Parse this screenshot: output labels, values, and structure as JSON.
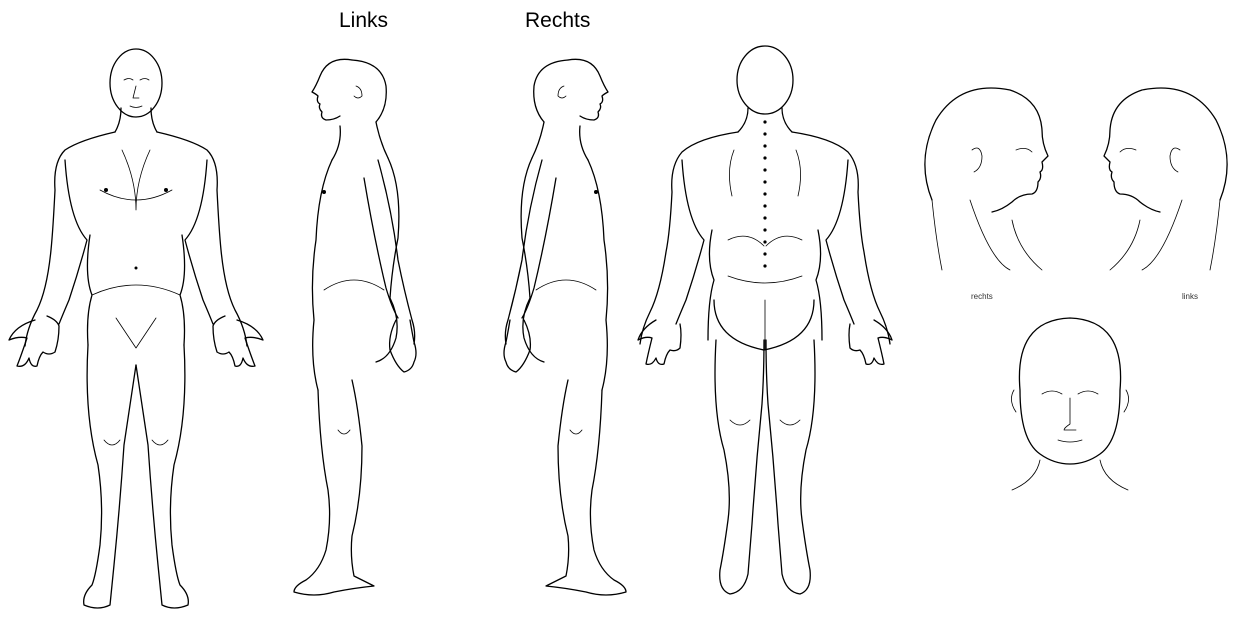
{
  "labels": {
    "left": "Links",
    "right": "Rechts",
    "head_right": "rechts",
    "head_left": "links"
  },
  "figures": {
    "front": "front-view-body",
    "left_side": "left-side-view-body",
    "right_side": "right-side-view-body",
    "back": "back-view-body",
    "head_right": "head-right-profile",
    "head_left": "head-left-profile",
    "head_front": "head-front-view"
  }
}
